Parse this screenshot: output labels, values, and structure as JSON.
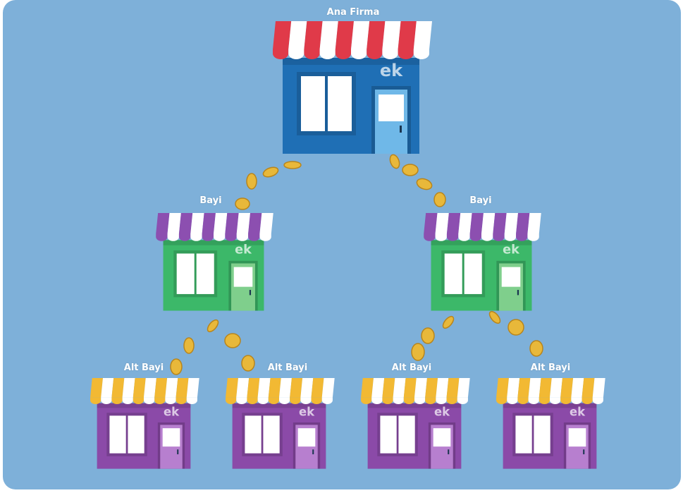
{
  "nodes": {
    "root": {
      "label": "Ana Firma",
      "body_color": "#1f6fb5",
      "awning_color": "#e03a49",
      "door_color": "#6fb8e8"
    },
    "dealer_left": {
      "label": "Bayi",
      "body_color": "#3cb869",
      "awning_color": "#8c4fb0",
      "door_color": "#7fcf8c"
    },
    "dealer_right": {
      "label": "Bayi",
      "body_color": "#3cb869",
      "awning_color": "#8c4fb0",
      "door_color": "#7fcf8c"
    },
    "sub1": {
      "label": "Alt Bayi",
      "body_color": "#8b4aa8",
      "awning_color": "#f2b933",
      "door_color": "#b77fcf"
    },
    "sub2": {
      "label": "Alt Bayi",
      "body_color": "#8b4aa8",
      "awning_color": "#f2b933",
      "door_color": "#b77fcf"
    },
    "sub3": {
      "label": "Alt Bayi",
      "body_color": "#8b4aa8",
      "awning_color": "#f2b933",
      "door_color": "#b77fcf"
    },
    "sub4": {
      "label": "Alt Bayi",
      "body_color": "#8b4aa8",
      "awning_color": "#f2b933",
      "door_color": "#b77fcf"
    }
  },
  "logo_text": "ek",
  "colors": {
    "background": "#7eb0d9",
    "coin": "#e8b83a",
    "coin_edge": "#b8851c"
  }
}
